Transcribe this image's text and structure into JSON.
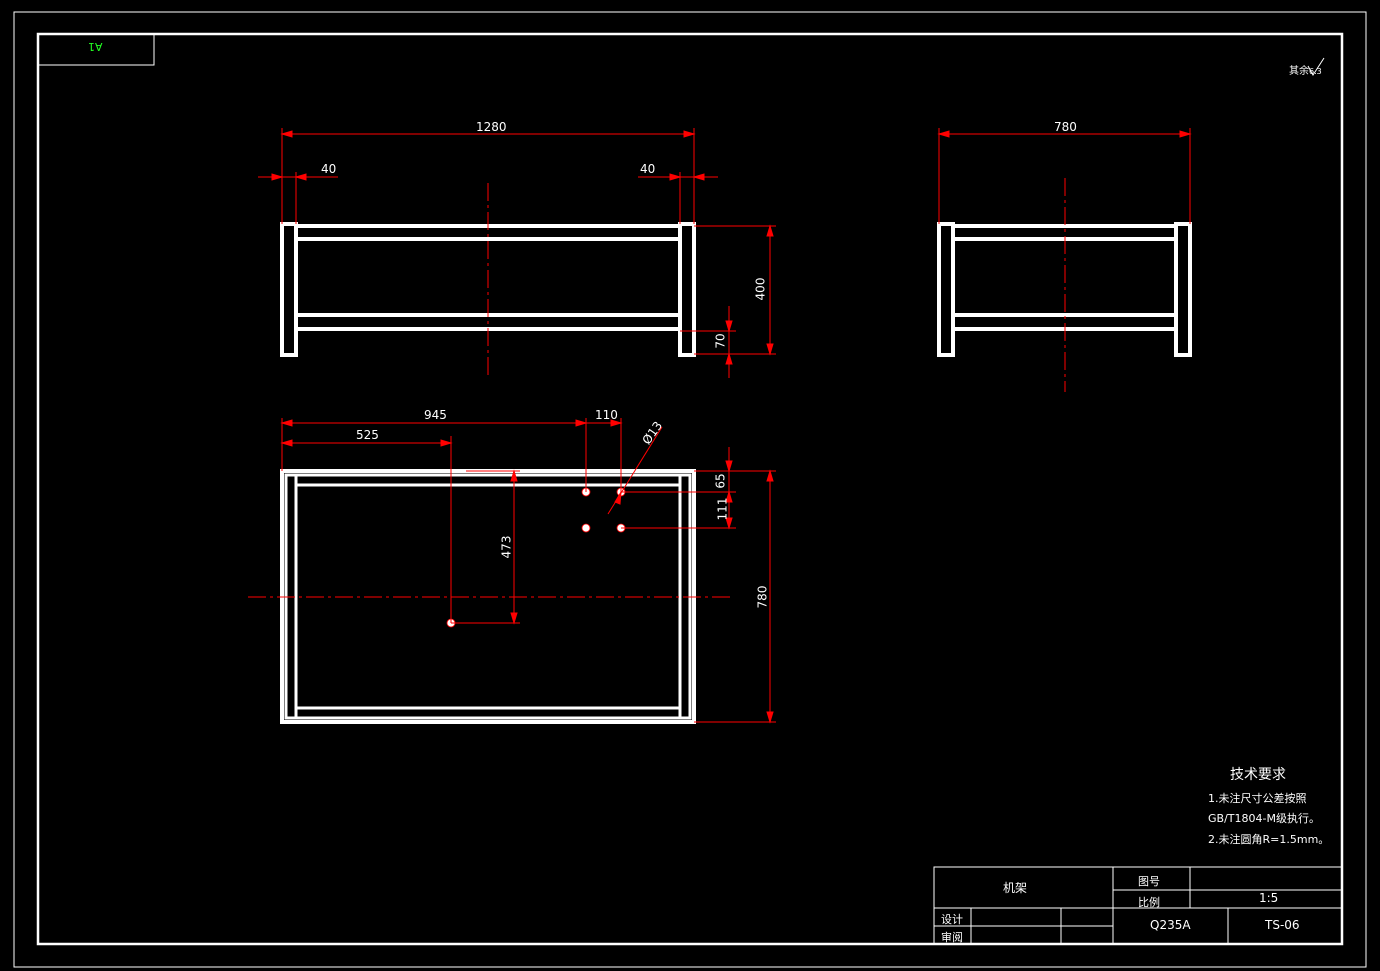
{
  "frame": {
    "corner_label": "A1"
  },
  "surface_finish": {
    "text": "其余",
    "value": "6.3"
  },
  "front_view": {
    "dim_length": "1280",
    "dim_left_offset": "40",
    "dim_right_offset": "40",
    "dim_height": "400",
    "dim_shelf": "70"
  },
  "side_view": {
    "dim_width": "780"
  },
  "top_view": {
    "dim_945": "945",
    "dim_525": "525",
    "dim_110": "110",
    "dim_hole": "Ø13",
    "dim_473": "473",
    "dim_65": "65",
    "dim_111": "111",
    "dim_780": "780"
  },
  "tech_requirements": {
    "title": "技术要求",
    "line1": "1.未注尺寸公差按照",
    "line2": "GB/T1804-M级执行。",
    "line3": "2.未注圆角R=1.5mm。"
  },
  "title_block": {
    "part_name": "机架",
    "drawing_no_label": "图号",
    "scale_label": "比例",
    "scale_value": "1:5",
    "design_label": "设计",
    "review_label": "审阅",
    "material": "Q235A",
    "drawing_no": "TS-06"
  }
}
